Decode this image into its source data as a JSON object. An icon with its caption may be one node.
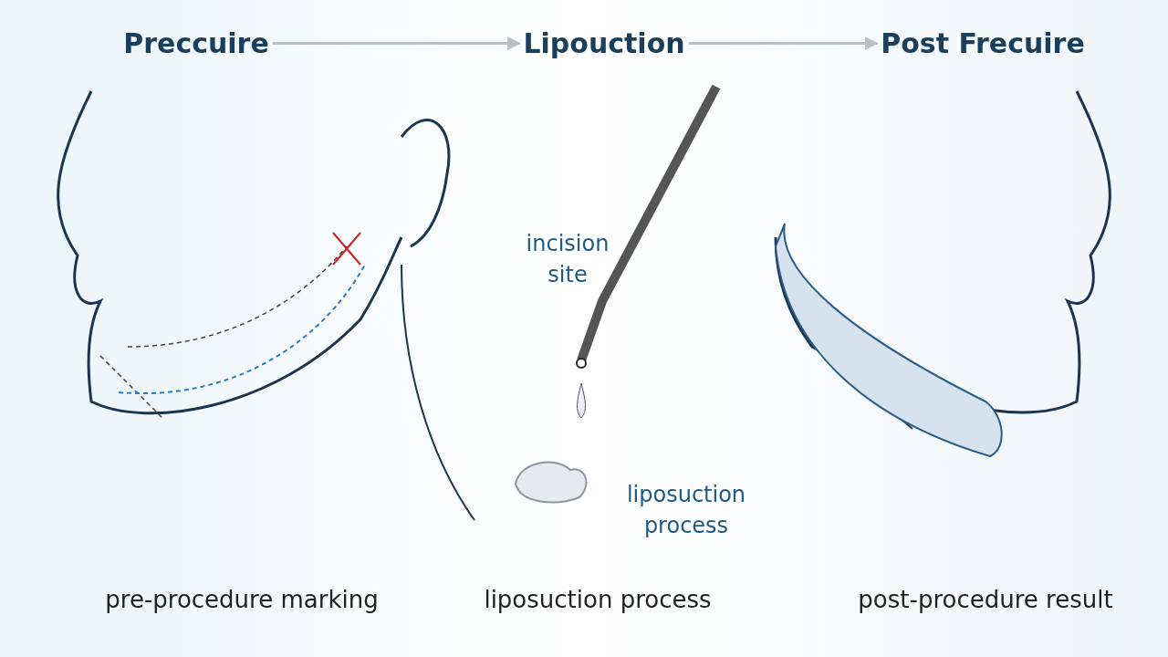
{
  "diagram": {
    "nodes": [
      {
        "text": [
          "Preccuire"
        ]
      },
      {
        "text": [
          "Lipouction"
        ]
      },
      {
        "text": [
          "Post Frecuire"
        ]
      }
    ],
    "edges": [
      {
        "from": 0,
        "to": 1,
        "arrow": "to"
      },
      {
        "from": 1,
        "to": 2,
        "arrow": "to"
      }
    ],
    "labels": [
      "incision site",
      "liposuction process",
      "pre-procedure marking",
      "liposuction process",
      "post-procedure result"
    ]
  }
}
